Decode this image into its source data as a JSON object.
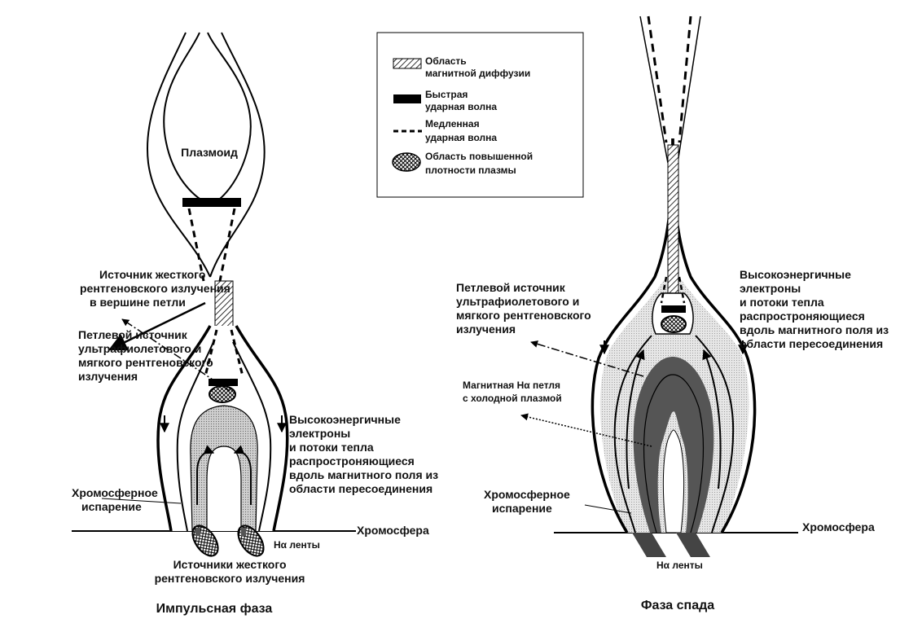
{
  "legend": {
    "diffusion": [
      "Область",
      "магнитной диффузии"
    ],
    "fast_shock": [
      "Быстрая",
      "ударная волна"
    ],
    "slow_shock": [
      "Медленная",
      "ударная волна"
    ],
    "dense_plasma": [
      "Область повышенной",
      "плотности плазмы"
    ]
  },
  "left": {
    "caption": "Импульсная фаза",
    "plasmoid": "Плазмоид",
    "hxr_top": [
      "Источник жесткого",
      "рентгеновского излучения",
      "в вершине петли"
    ],
    "loop_src": [
      "Петлевой источник",
      "ультрафиолетового и",
      "мягкого рентгеновского",
      "излучения"
    ],
    "electrons": [
      "Высокоэнергичные",
      "электроны",
      "и потоки тепла",
      "распростроняющиеся",
      "вдоль магнитного поля из",
      "области пересоединения"
    ],
    "evap": [
      "Хромосферное",
      "испарение"
    ],
    "chromo": "Хромосфера",
    "ribbons": "Hα ленты",
    "hxr_foot": [
      "Источники жесткого",
      "рентгеновского излучения"
    ]
  },
  "right": {
    "caption": "Фаза спада",
    "loop_src": [
      "Петлевой источник",
      "ультрафиолетового и",
      "мягкого рентгеновского",
      "излучения"
    ],
    "electrons": [
      "Высокоэнергичные",
      "электроны",
      "и потоки тепла",
      "распростроняющиеся",
      "вдоль магнитного поля из",
      "области пересоединения"
    ],
    "ha_loop": [
      "Магнитная Hα  петля",
      "с холодной плазмой"
    ],
    "evap": [
      "Хромосферное",
      "испарение"
    ],
    "chromo": "Хромосфера",
    "ribbons": "Hα ленты"
  }
}
